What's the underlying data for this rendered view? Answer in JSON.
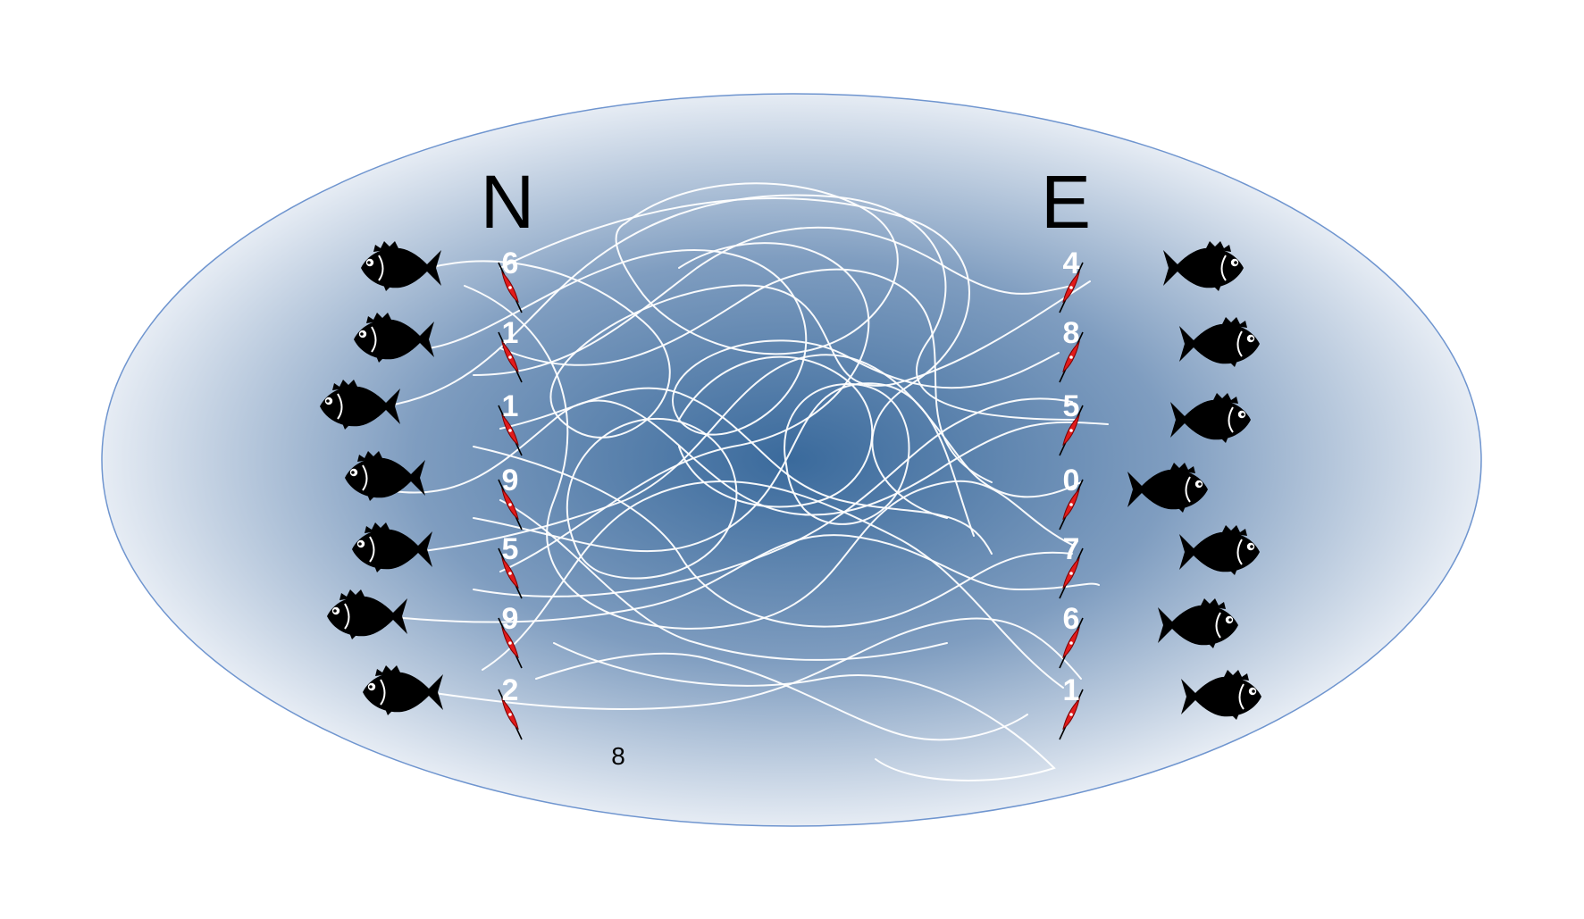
{
  "puzzle": {
    "left_heading": "N",
    "right_heading": "E",
    "left_floats": [
      "6",
      "1",
      "1",
      "9",
      "5",
      "9",
      "2"
    ],
    "right_floats": [
      "4",
      "8",
      "5",
      "0",
      "7",
      "6",
      "1"
    ],
    "corner_label": "8",
    "colors": {
      "pond_center": "#3a6a9c",
      "pond_edge": "#e6ecf4",
      "pond_outline": "#6f95cf",
      "fish": "#000000",
      "float_body": "#e21b1b",
      "line": "#ffffff"
    },
    "icons": {
      "fish": "fish-icon",
      "float": "fishing-float-icon"
    }
  }
}
